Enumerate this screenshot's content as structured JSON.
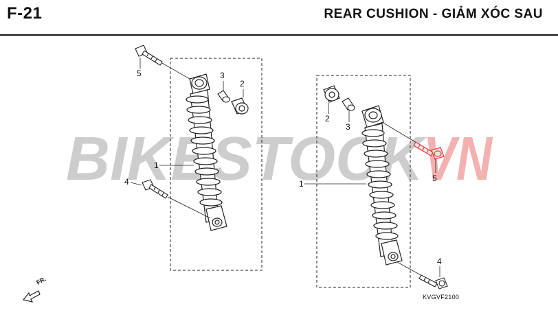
{
  "header": {
    "figure_code": "F-21",
    "title": "REAR CUSHION - GIẢM XÓC SAU"
  },
  "watermark": {
    "text_main": "BIKESTOCK",
    "text_accent": "VN",
    "main_color": "#c8c8c8",
    "accent_color": "#f2a9a9"
  },
  "callouts": {
    "left": {
      "five": "5",
      "three": "3",
      "two": "2",
      "one": "1",
      "four": "4"
    },
    "right": {
      "two": "2",
      "three": "3",
      "one": "1",
      "five": "5",
      "four": "4"
    }
  },
  "footer": {
    "diagram_code": "KVGVF2100",
    "front_marker": "FR."
  },
  "colors": {
    "line": "#222222",
    "highlight_bolt": "#e23b3b"
  }
}
